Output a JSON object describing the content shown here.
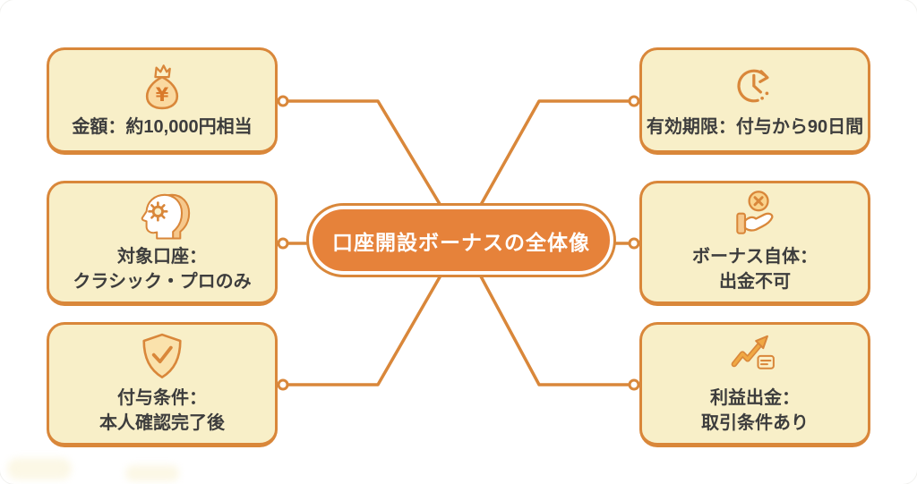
{
  "center": {
    "label": "口座開設ボーナスの全体像"
  },
  "nodes": [
    {
      "id": "amount",
      "icon": "money-bag-icon",
      "line1": "金額：約10,000円相当",
      "line2": ""
    },
    {
      "id": "eligible-accounts",
      "icon": "head-gear-icon",
      "line1": "対象口座：",
      "line2": "クラシック・プロのみ"
    },
    {
      "id": "grant-condition",
      "icon": "shield-check-icon",
      "line1": "付与条件：",
      "line2": "本人確認完了後"
    },
    {
      "id": "validity-period",
      "icon": "clock-deadline-icon",
      "line1": "有効期限：付与から90日間",
      "line2": ""
    },
    {
      "id": "bonus-withdrawal",
      "icon": "hand-cross-icon",
      "line1": "ボーナス自体：",
      "line2": "出金不可"
    },
    {
      "id": "profit-withdrawal",
      "icon": "trend-document-icon",
      "line1": "利益出金：",
      "line2": "取引条件あり"
    }
  ],
  "colors": {
    "accent": "#D9873A",
    "box_fill": "#F8EFC8",
    "pill_fill": "#E6823A",
    "pill_text": "#FFFFFF",
    "text": "#3D3D3D",
    "icon_fill_light": "#F6C88C",
    "background": "#FFFFFF"
  }
}
